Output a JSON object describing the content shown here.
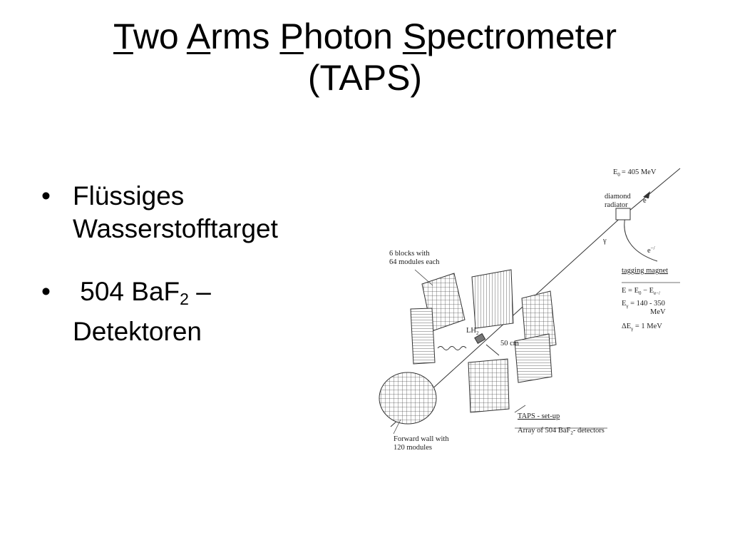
{
  "title": {
    "w1_initial": "T",
    "w1_rest": "wo",
    "w2_initial": "A",
    "w2_rest": "rms",
    "w3_initial": "P",
    "w3_rest": "hoton",
    "w4_initial": "S",
    "w4_rest": "pectrometer",
    "line2": "(TAPS)"
  },
  "bullets": {
    "marker": "•",
    "item1_line1": "Flüssiges",
    "item1_line2": "Wasserstofftarget",
    "item2_pre": "504 BaF",
    "item2_sub": "2",
    "item2_post": "–",
    "item2_line2": "Detektoren"
  },
  "figure": {
    "beam_energy": "E",
    "beam_energy_sub": "0",
    "beam_energy_value": "= 405 MeV",
    "diamond": "diamond",
    "radiator": "radiator",
    "electron": "e",
    "electron_sup": "−",
    "electron_prime": "e",
    "electron_prime_sup": "−/",
    "photon": "γ",
    "blocks_line1": "6 blocks with",
    "blocks_line2": "64 modules each",
    "tagging_magnet": "tagging magnet",
    "eq1": "E   = E",
    "eq1_sub": "0",
    "eq1_tail": " − E",
    "eq1_tail_sub": "e−/",
    "eq2": "E",
    "eq2_sub": "γ",
    "eq2_tail": " =  140 - 350",
    "eq2_unit": "MeV",
    "eq3": "ΔE",
    "eq3_sub": "γ",
    "eq3_tail": " =  1 MeV",
    "target": "LH",
    "target_sub": "2",
    "distance": "50 cm",
    "setup": "TAPS - set-up",
    "array_pre": "Array of 504 BaF",
    "array_sub": "2",
    "array_post": "- detectors",
    "forward_line1": "Forward wall with",
    "forward_line2": "120 modules"
  },
  "colors": {
    "text": "#000000",
    "figure_ink": "#222222",
    "background": "#ffffff"
  }
}
